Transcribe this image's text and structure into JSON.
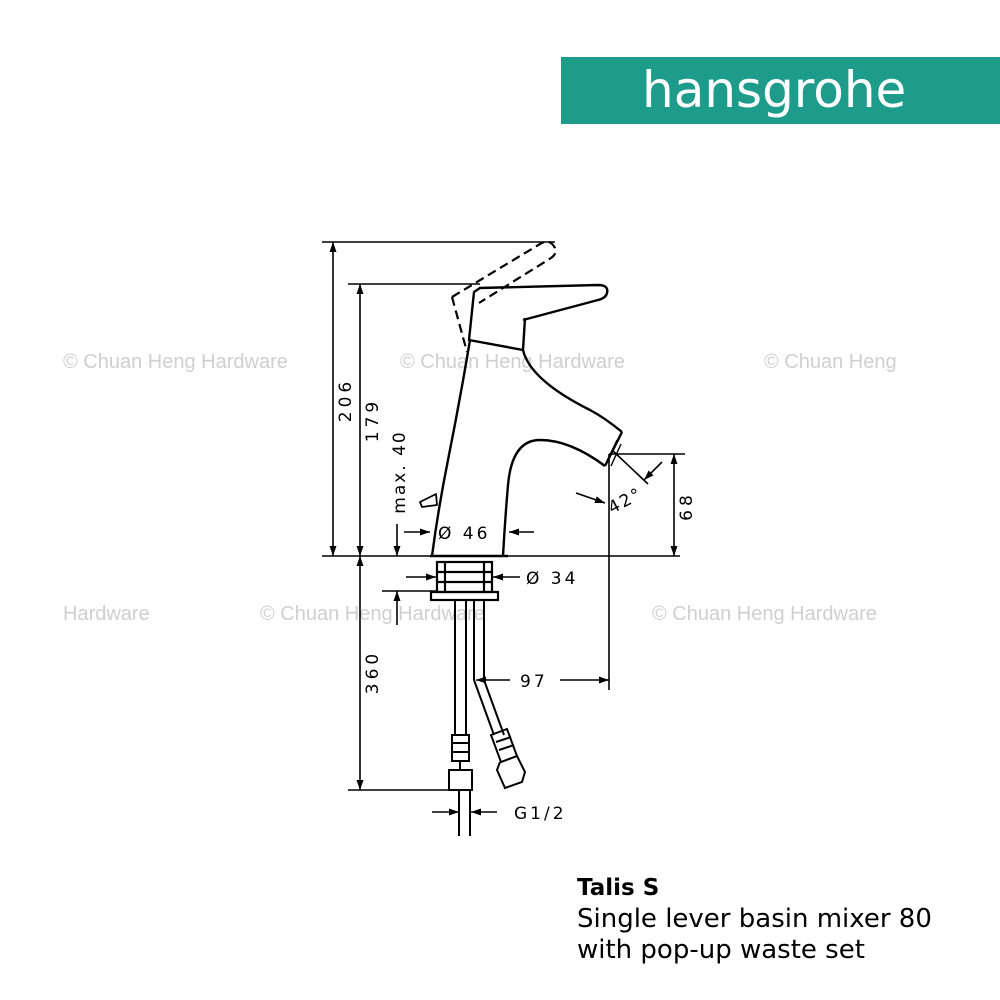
{
  "brand": {
    "logo_text": "hansgrohe",
    "bar_color": "#1d9c8c"
  },
  "watermarks": [
    "© Chuan Heng Hardware",
    "© Chuan Heng Hardware",
    "© Chuan Heng",
    "Hardware",
    "© Chuan Heng Hardware",
    "© Chuan Heng Hardware"
  ],
  "dimensions": {
    "total_height": "206",
    "spout_height": "179",
    "popup_max": "max. 40",
    "base_diameter": "Ø 46",
    "angle": "42°",
    "outlet_height": "68",
    "shank_diameter": "Ø 34",
    "hose_length": "360",
    "projection": "97",
    "thread": "G1/2"
  },
  "product": {
    "name": "Talis S",
    "description_line1": "Single lever basin mixer 80",
    "description_line2": "with pop-up waste set"
  }
}
